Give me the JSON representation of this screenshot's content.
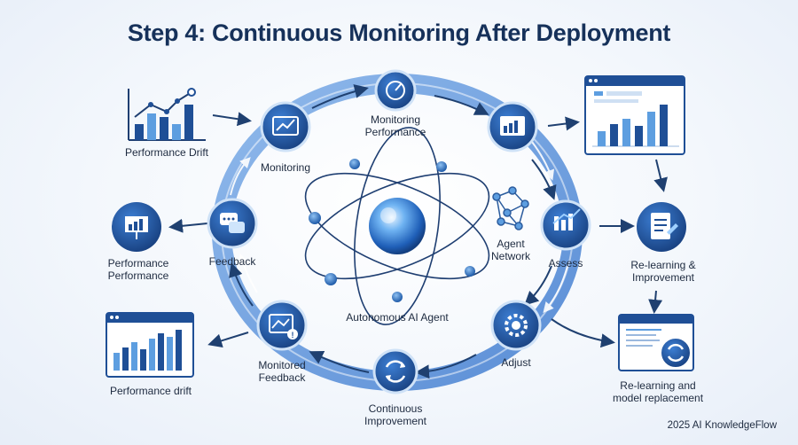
{
  "title": "Step 4: Continuous Monitoring After Deployment",
  "cycle_labels": {
    "monitoring": "Monitoring",
    "monitoring_performance": [
      "Monitoring",
      "Performance"
    ],
    "assess": "Assess",
    "adjust": "Adjust",
    "continuous_improvement": [
      "Continuous",
      "Improvement"
    ],
    "monitored_feedback": [
      "Monitored",
      "Feedback"
    ],
    "feedback": "Feedback"
  },
  "center": {
    "agent_label": "Autonomous AI Agent",
    "network_label": [
      "Agent",
      "Network"
    ]
  },
  "outer_labels": {
    "performance_drift_top": "Performance Drift",
    "performance_performance": [
      "Performance",
      "Performance"
    ],
    "performance_drift_bottom": "Performance drift",
    "relearning_improvement": [
      "Re-learning &",
      "Improvement"
    ],
    "relearning_replacement": [
      "Re-learning and",
      "model replacement"
    ]
  },
  "footer": "2025 AI KnowledgeFlow",
  "colors": {
    "dark_blue": "#1f4f96",
    "mid_blue": "#2e6fc7",
    "light_blue": "#7fb0e6",
    "ring": "#5b95da",
    "title": "#16315a"
  }
}
